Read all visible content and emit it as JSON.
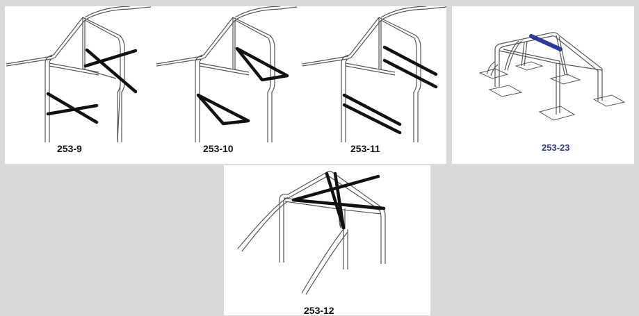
{
  "diagrams": [
    {
      "code": "253-9"
    },
    {
      "code": "253-10"
    },
    {
      "code": "253-11"
    },
    {
      "code": "253-23"
    },
    {
      "code": "253-12"
    }
  ],
  "colors": {
    "background": "#d9d9d9",
    "panel": "#ffffff",
    "brace": "#111111",
    "accent_brace": "#2a3aa0",
    "accent_label": "#2f3f8f"
  }
}
